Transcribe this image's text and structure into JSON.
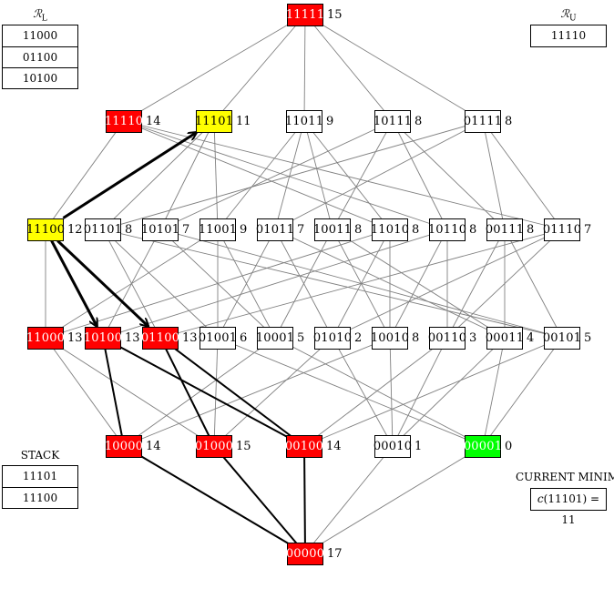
{
  "panels": {
    "lower": {
      "title": "ℛL",
      "title_base": "ℛ",
      "title_sub": "L",
      "items": [
        "11000",
        "01100",
        "10100"
      ]
    },
    "upper": {
      "title": "ℛU",
      "title_base": "ℛ",
      "title_sub": "U",
      "items": [
        "11110"
      ]
    },
    "stack": {
      "title": "STACK",
      "items": [
        "11101",
        "11100"
      ]
    },
    "current_minimum": {
      "title": "CURRENT MINIMUM",
      "func": "c",
      "arg": "11101",
      "value": "11"
    }
  },
  "colors": {
    "red": "#ff0000",
    "yellow": "#ffff00",
    "green": "#00ff00",
    "white": "#ffffff",
    "edge": "#808080",
    "path": "#000000"
  },
  "nodes": [
    {
      "id": "11111",
      "cost": 15
    },
    {
      "id": "11110",
      "cost": 14
    },
    {
      "id": "11101",
      "cost": 11
    },
    {
      "id": "11011",
      "cost": 9
    },
    {
      "id": "10111",
      "cost": 8
    },
    {
      "id": "01111",
      "cost": 8
    },
    {
      "id": "11100",
      "cost": 12
    },
    {
      "id": "01101",
      "cost": 8
    },
    {
      "id": "10101",
      "cost": 7
    },
    {
      "id": "11001",
      "cost": 9
    },
    {
      "id": "01011",
      "cost": 7
    },
    {
      "id": "10011",
      "cost": 8
    },
    {
      "id": "11010",
      "cost": 8
    },
    {
      "id": "10110",
      "cost": 8
    },
    {
      "id": "00111",
      "cost": 8
    },
    {
      "id": "01110",
      "cost": 7
    },
    {
      "id": "11000",
      "cost": 13
    },
    {
      "id": "10100",
      "cost": 13
    },
    {
      "id": "01100",
      "cost": 13
    },
    {
      "id": "01001",
      "cost": 6
    },
    {
      "id": "10001",
      "cost": 5
    },
    {
      "id": "01010",
      "cost": 2
    },
    {
      "id": "10010",
      "cost": 8
    },
    {
      "id": "00110",
      "cost": 3
    },
    {
      "id": "00011",
      "cost": 4
    },
    {
      "id": "00101",
      "cost": 5
    },
    {
      "id": "10000",
      "cost": 14
    },
    {
      "id": "01000",
      "cost": 15
    },
    {
      "id": "00100",
      "cost": 14
    },
    {
      "id": "00010",
      "cost": 1
    },
    {
      "id": "00001",
      "cost": 0
    },
    {
      "id": "00000",
      "cost": 17
    }
  ],
  "node_states": {
    "11111": "red",
    "11110": "red",
    "11101": "yellow",
    "11100": "yellow",
    "11000": "red",
    "10100": "red",
    "01100": "red",
    "10000": "red",
    "01000": "red",
    "00100": "red",
    "00000": "red",
    "00001": "green"
  },
  "search_arrows": [
    [
      "11100",
      "11101"
    ],
    [
      "11100",
      "10100"
    ],
    [
      "11100",
      "01100"
    ]
  ],
  "visited_edges": [
    [
      "10100",
      "10000"
    ],
    [
      "10100",
      "00100"
    ],
    [
      "01100",
      "01000"
    ],
    [
      "01100",
      "00100"
    ],
    [
      "10000",
      "00000"
    ],
    [
      "01000",
      "00000"
    ],
    [
      "00100",
      "00000"
    ]
  ]
}
